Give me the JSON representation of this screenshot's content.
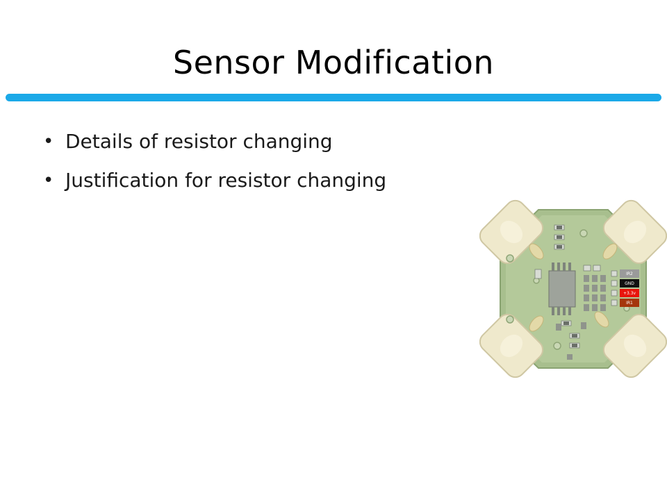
{
  "slide": {
    "title": "Sensor Modification",
    "bullets": [
      "Details of resistor changing",
      "Justification for resistor changing"
    ],
    "accent_color": "#1ba9e8"
  },
  "pcb_image": {
    "pins": [
      "IR2",
      "GND",
      "+3.3v",
      "IR1"
    ],
    "pin_colors": [
      "#9a9a9a",
      "#111111",
      "#e8140c",
      "#a5360c"
    ]
  }
}
